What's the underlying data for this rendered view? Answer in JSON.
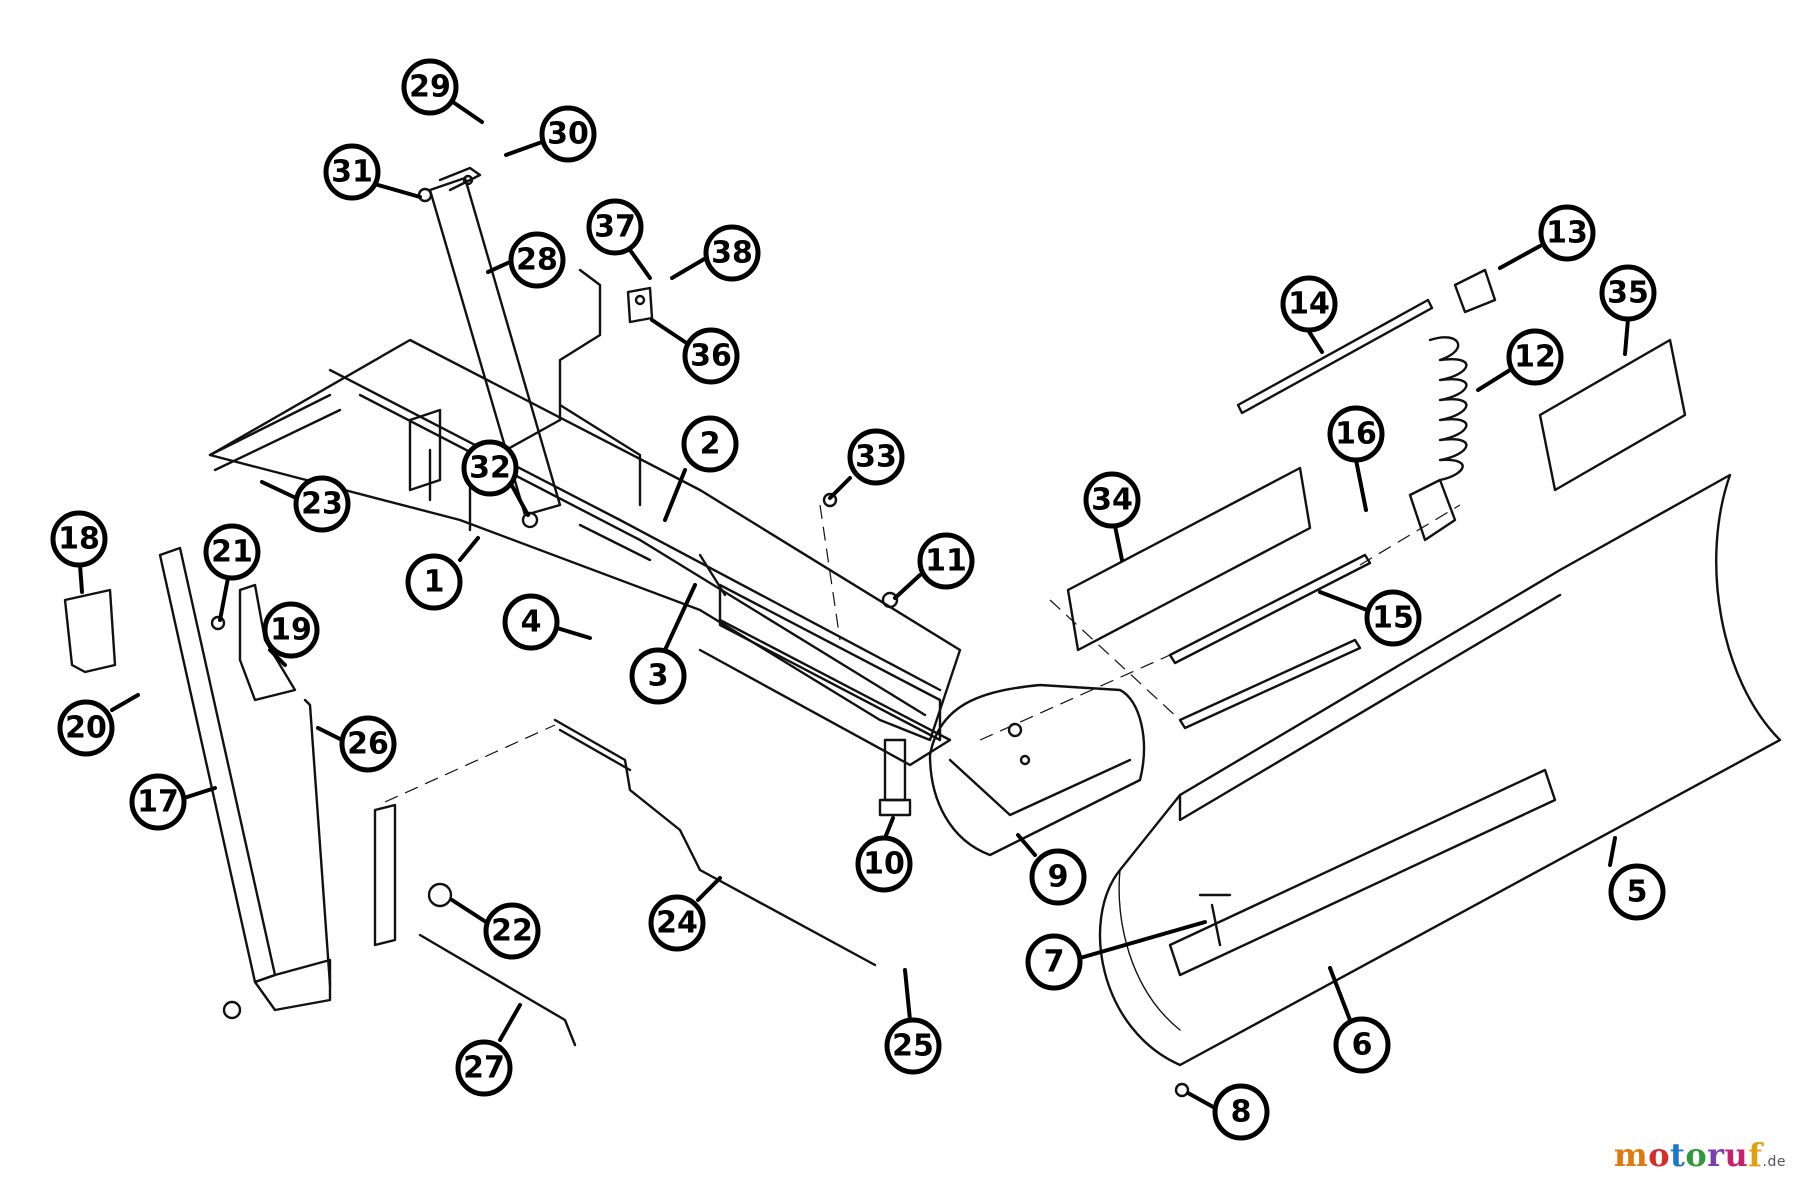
{
  "callouts": [
    "1",
    "2",
    "3",
    "4",
    "5",
    "6",
    "7",
    "8",
    "9",
    "10",
    "11",
    "12",
    "13",
    "14",
    "15",
    "16",
    "17",
    "18",
    "19",
    "20",
    "21",
    "22",
    "23",
    "24",
    "25",
    "26",
    "27",
    "28",
    "29",
    "30",
    "31",
    "32",
    "33",
    "34",
    "35",
    "36",
    "37",
    "38"
  ],
  "watermark": {
    "brand": "motoruf",
    "domain": ".de"
  }
}
